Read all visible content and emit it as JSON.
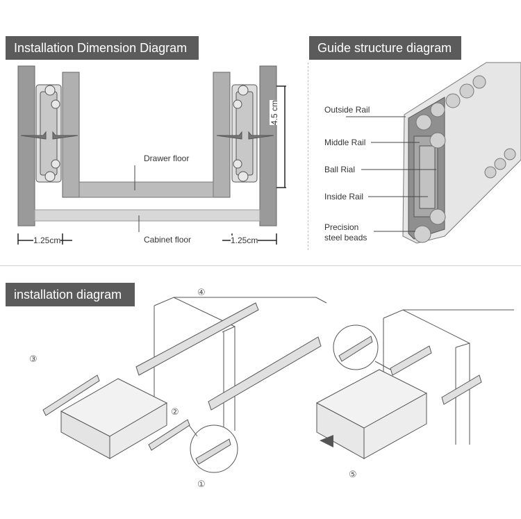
{
  "sections": {
    "dimension_title": "Installation Dimension Diagram",
    "structure_title": "Guide structure diagram",
    "installation_title": "installation diagram"
  },
  "dimension": {
    "drawer_floor": "Drawer floor",
    "cabinet_floor": "Cabinet floor",
    "left_gap": "1.25cm",
    "right_gap": "1.25cm",
    "height": "4.5 cm"
  },
  "structure": {
    "outside_rail": "Outside Rail",
    "middle_rail": "Middle Rail",
    "ball_rail": "Ball Rial",
    "inside_rail": "Inside Rail",
    "precision_beads": "Precision steel beads"
  },
  "steps": {
    "s1": "①",
    "s2": "②",
    "s3": "③",
    "s4": "④",
    "s5": "⑤"
  }
}
